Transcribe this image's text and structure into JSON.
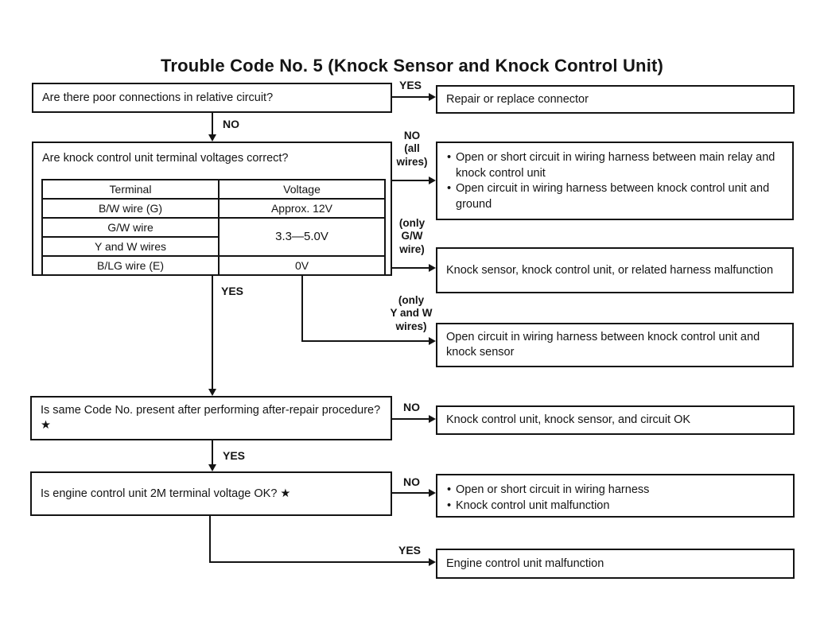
{
  "title": "Trouble Code No. 5 (Knock Sensor and Knock Control Unit)",
  "questions": {
    "q1": "Are there poor connections in relative circuit?",
    "q2": "Are knock control unit terminal voltages correct?",
    "q3": "Is same Code No. present after performing after-repair procedure? ★",
    "q4": "Is engine control unit 2M terminal voltage OK? ★"
  },
  "table": {
    "headers": [
      "Terminal",
      "Voltage"
    ],
    "rows": [
      {
        "terminal": "B/W wire (G)",
        "voltage": "Approx. 12V"
      },
      {
        "terminal": "G/W wire",
        "voltage": "3.3—5.0V"
      },
      {
        "terminal": "Y and W wires"
      },
      {
        "terminal": "B/LG wire (E)",
        "voltage": "0V"
      }
    ]
  },
  "labels": {
    "q1_yes": "YES",
    "q1_no": "NO",
    "q2_no_all_wires": "NO\n(all\nwires)",
    "q2_only_gw_wire": "(only\nG/W\nwire)",
    "q2_only_yw_wires": "(only\nY and W\nwires)",
    "q2_yes": "YES",
    "q3_no": "NO",
    "q3_yes": "YES",
    "q4_no": "NO",
    "q4_yes": "YES"
  },
  "results": {
    "r1": "Repair or replace connector",
    "r2_bullets": [
      "Open or short circuit in wiring harness between main relay and knock control unit",
      "Open circuit in wiring harness between knock control unit and ground"
    ],
    "r3": "Knock sensor, knock control unit, or related harness malfunction",
    "r4": "Open circuit in wiring harness between knock control unit and knock sensor",
    "r5": "Knock control unit, knock sensor, and circuit OK",
    "r6_bullets": [
      "Open or short circuit in wiring harness",
      "Knock control unit malfunction"
    ],
    "r7": "Engine control unit malfunction"
  }
}
